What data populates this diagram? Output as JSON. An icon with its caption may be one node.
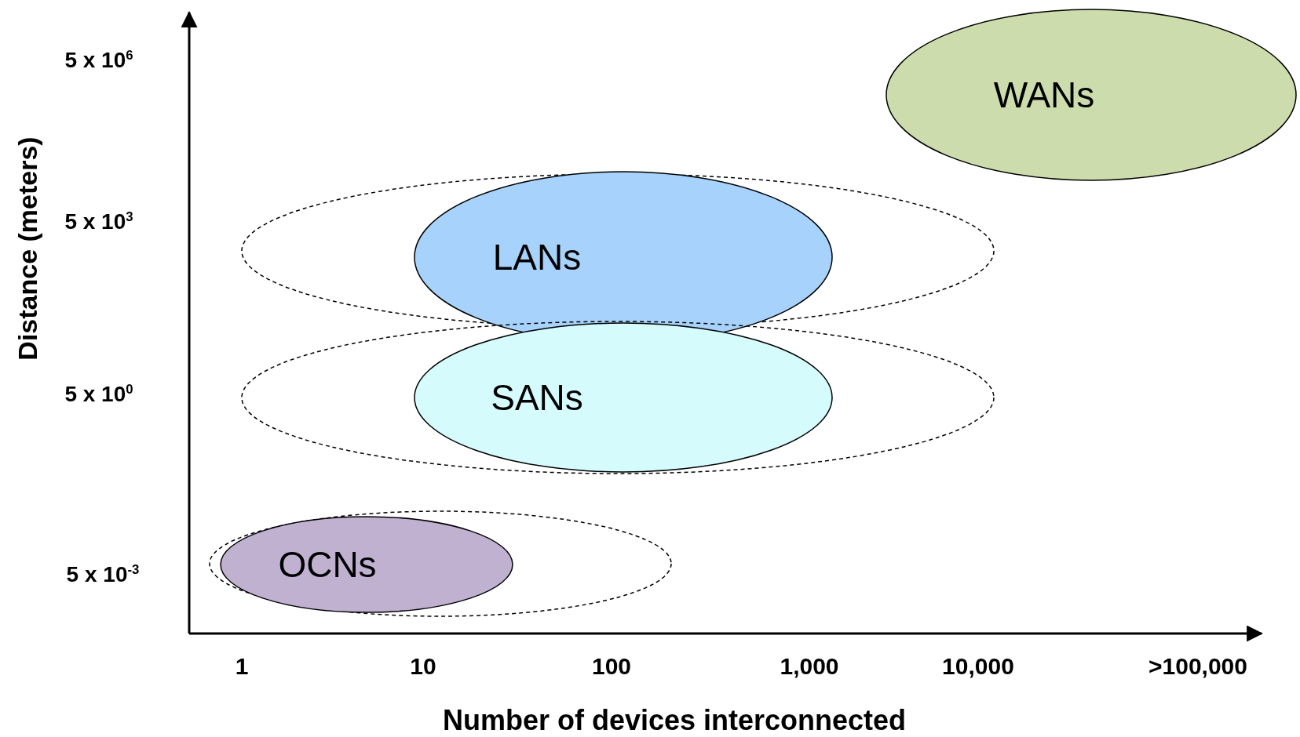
{
  "diagram": {
    "nodes": [
      {
        "text": [
          "WANs"
        ]
      },
      {
        "text": [],
        "shape": "ellipse"
      },
      {
        "text": [
          "LANs"
        ]
      },
      {
        "text": [],
        "shape": "ellipse"
      },
      {
        "text": [
          "SANs"
        ],
        "in": 3
      },
      {
        "text": [],
        "shape": "ellipse"
      },
      {
        "text": [
          "OCNs"
        ],
        "in": 5
      }
    ],
    "edges": [],
    "labels": [
      "5 x 10$^{6}$",
      "Distance (meters)",
      "5 x 10$^{3}$",
      "5 x 10$^{0}$",
      "5 x 10$^{-3}$",
      "1",
      "10",
      "100",
      "1,000",
      "10,000",
      ">100,000",
      "Number of devices interconnected"
    ]
  }
}
